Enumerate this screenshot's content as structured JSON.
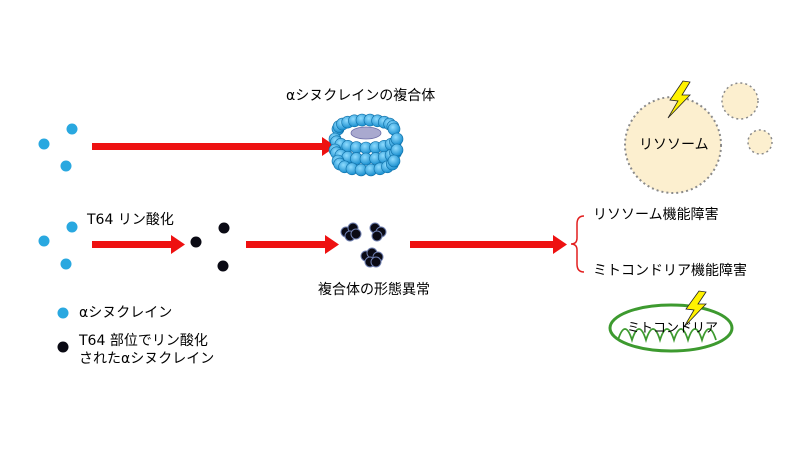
{
  "labels": {
    "complex": "αシヌクレインの複合体",
    "lysosome": "リソソーム",
    "phospho": "T64 リン酸化",
    "abnormal": "複合体の形態異常",
    "lyso_dysfunction": "リソソーム機能障害",
    "mito_dysfunction": "ミトコンドリア機能障害",
    "mitochondria": "ミトコンドリア"
  },
  "legend": {
    "normal": "αシヌクレイン",
    "phospho_line1": "T64 部位でリン酸化",
    "phospho_line2": "されたαシヌクレイン"
  },
  "colors": {
    "synuclein_blue": "#29a8e0",
    "phospho_black": "#0a0a14",
    "arrow_red": "#ee1111",
    "lysosome_fill": "#fcefcf",
    "lightning": "#fff200",
    "mito_green": "#3d9a2f",
    "bracket_red": "#e21f1f"
  },
  "icons": [
    "lightning-bolt-icon",
    "lightning-bolt-icon"
  ]
}
